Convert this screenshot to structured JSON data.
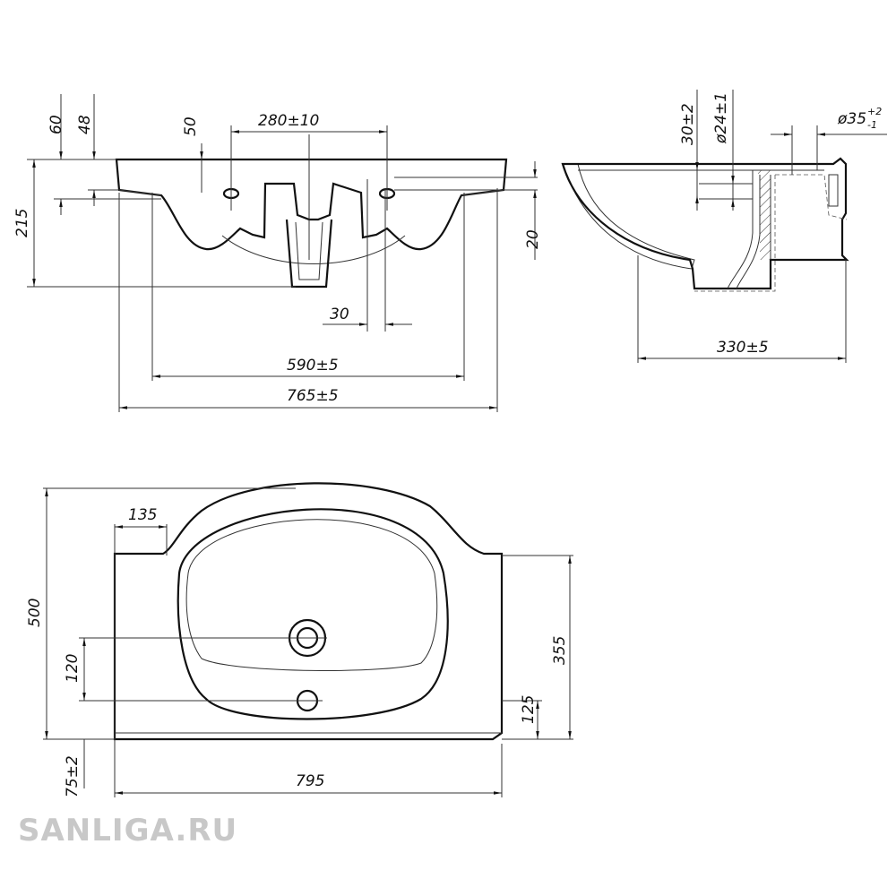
{
  "front_view": {
    "dims": {
      "d60": "60",
      "d48": "48",
      "d50": "50",
      "d280": "280±10",
      "d215": "215",
      "d20": "20",
      "d30": "30",
      "d590": "590±5",
      "d765": "765±5"
    }
  },
  "side_view": {
    "dims": {
      "d30": "30±2",
      "d24": "ø24±1",
      "d35": "ø35",
      "d35_tol_upper": "+2",
      "d35_tol_lower": "-1",
      "d330": "330±5"
    }
  },
  "plan_view": {
    "dims": {
      "d135": "135",
      "d500": "500",
      "d120": "120",
      "d355": "355",
      "d125": "125",
      "d75": "75±2",
      "d795": "795"
    }
  },
  "watermark": "SANLIGA.RU"
}
